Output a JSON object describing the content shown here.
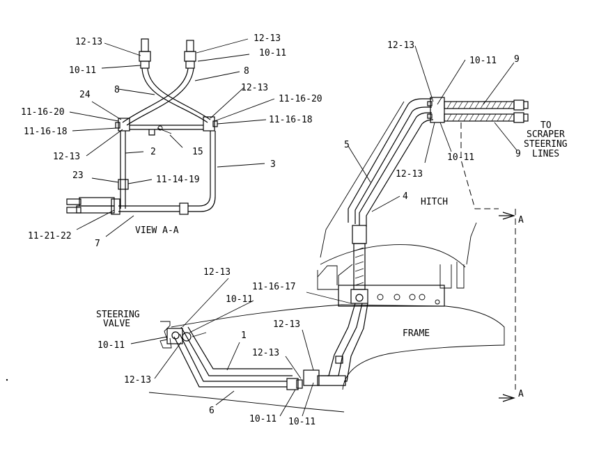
{
  "callouts": {
    "tl_12_13": "12-13",
    "tl_10_11": "10-11",
    "tr_12_13": "12-13",
    "tr_10_11": "10-11",
    "tl_8": "8",
    "tr_8": "8",
    "c24": "24",
    "l_11_16_20": "11-16-20",
    "l_11_16_18": "11-16-18",
    "l_12_13": "12-13",
    "c2": "2",
    "c15": "15",
    "m_12_13": "12-13",
    "r_11_16_20": "11-16-20",
    "r_11_16_18": "11-16-18",
    "c3": "3",
    "c23": "23",
    "c11_14_19": "11-14-19",
    "c11_21_22": "11-21-22",
    "c7": "7",
    "view_label": "VIEW A-A",
    "h_12_13_top": "12-13",
    "h_10_11_top": "10-11",
    "c9_top": "9",
    "c9_bot": "9",
    "h_12_13_bot": "12-13",
    "h_10_11_bot": "10-11",
    "c5": "5",
    "c4": "4",
    "hitch": "HITCH",
    "to_scraper_1": "TO",
    "to_scraper_2": "SCRAPER",
    "to_scraper_3": "STEERING",
    "to_scraper_4": "LINES",
    "section_a_top": "A",
    "section_a_bot": "A",
    "b_12_13_a": "12-13",
    "b_10_11_a": "10-11",
    "c11_16_17": "11-16-17",
    "steering_1": "STEERING",
    "steering_2": "VALVE",
    "b_10_11_b": "10-11",
    "c1": "1",
    "b_12_13_b": "12-13",
    "b_12_13_c": "12-13",
    "b_12_13_d": "12-13",
    "frame": "FRAME",
    "c6": "6",
    "b_10_11_c": "10-11",
    "b_10_11_d": "10-11"
  }
}
